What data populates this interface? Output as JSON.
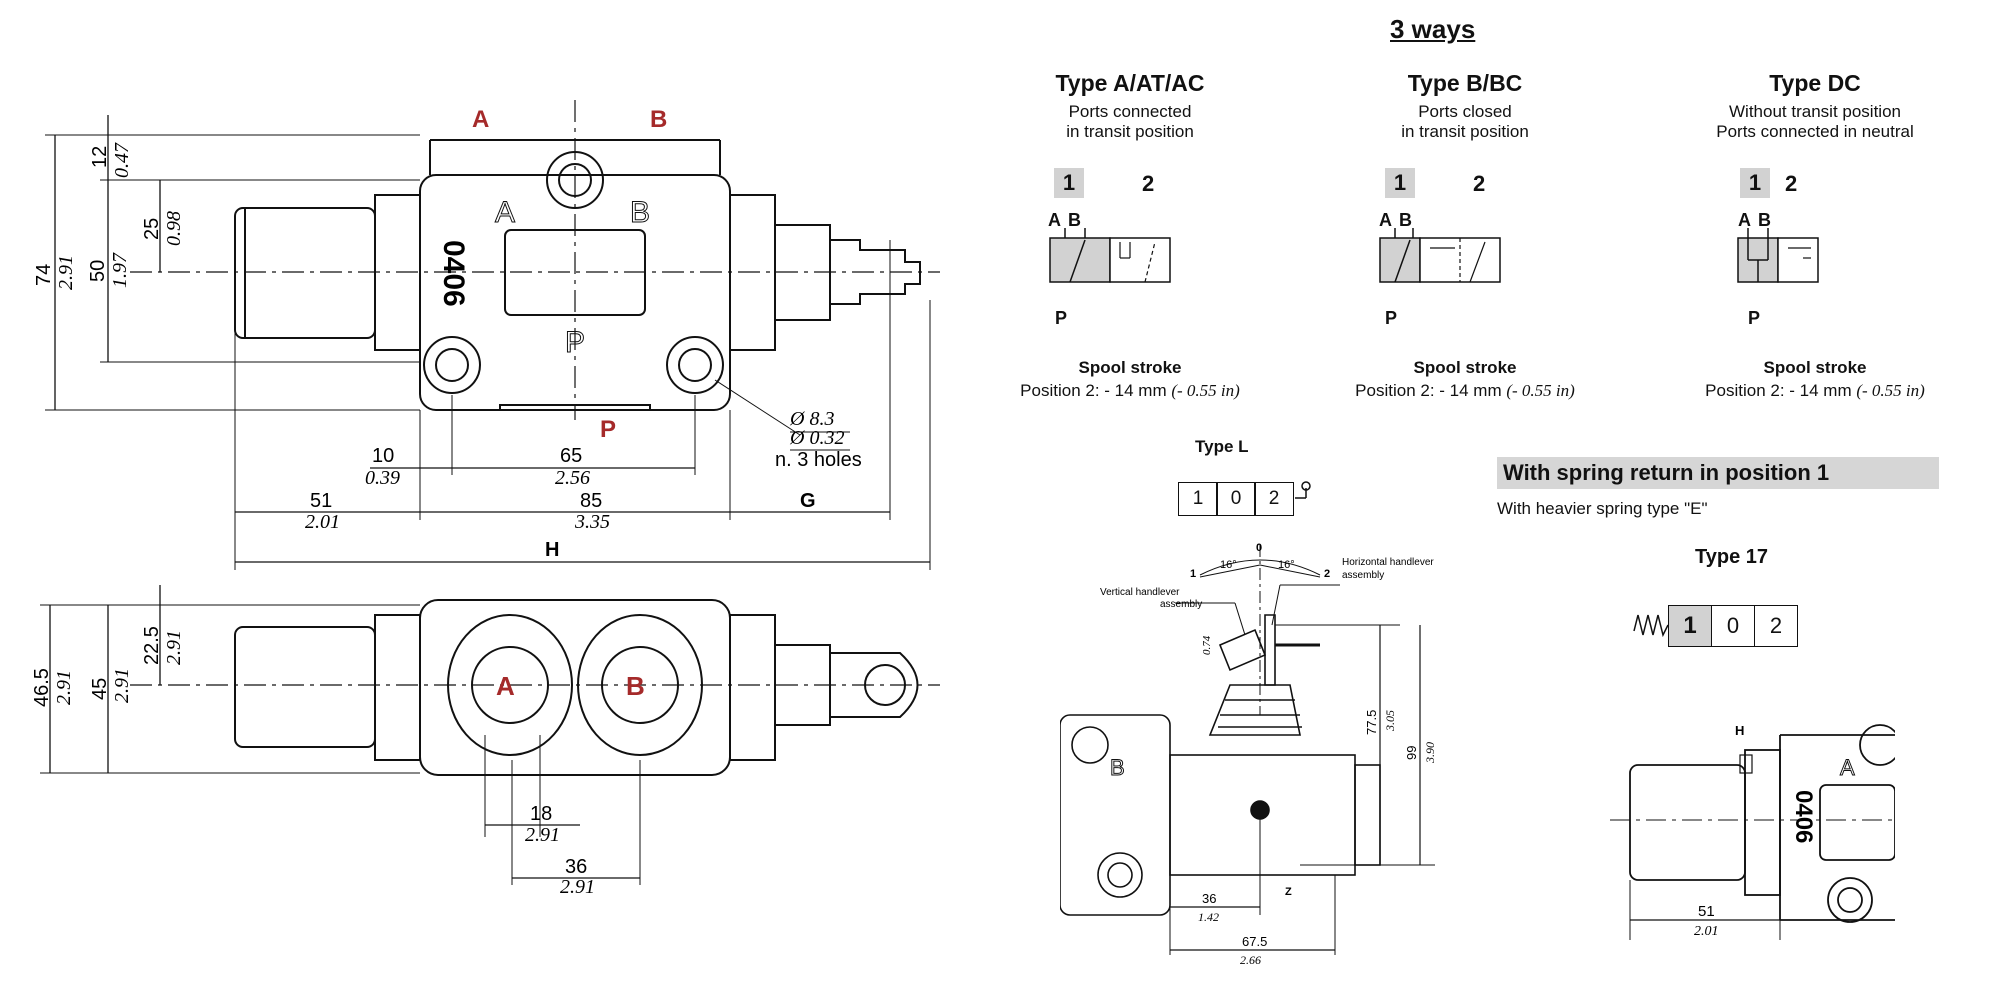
{
  "heading": "3 ways",
  "drawing_top": {
    "port_a": "A",
    "port_b": "B",
    "port_p": "P",
    "body_mark": "0406",
    "body_a": "A",
    "body_b": "B",
    "body_p": "P",
    "dims": {
      "d12": "12",
      "d047": "0.47",
      "d25": "25",
      "d098": "0.98",
      "d74": "74",
      "d291": "2.91",
      "d50": "50",
      "d197": "1.97",
      "d10": "10",
      "d039": "0.39",
      "d65": "65",
      "d256": "2.56",
      "d51": "51",
      "d201": "2.01",
      "d85": "85",
      "d335": "3.35",
      "g": "G",
      "h": "H",
      "hole_d": "Ø 8.3",
      "hole_d_in": "Ø 0.32",
      "holes": "n. 3 holes"
    }
  },
  "drawing_bottom": {
    "port_a": "A",
    "port_b": "B",
    "dims": {
      "d225": "22.5",
      "d291a": "2.91",
      "d465": "46.5",
      "d291b": "2.91",
      "d45": "45",
      "d291c": "2.91",
      "d18": "18",
      "d291d": "2.91",
      "d36": "36",
      "d291e": "2.91"
    }
  },
  "types": [
    {
      "title": "Type A/AT/AC",
      "desc1": "Ports connected",
      "desc2": "in transit position",
      "pos1": "1",
      "pos2": "2",
      "port_a": "A",
      "port_b": "B",
      "port_p": "P",
      "stroke_title": "Spool stroke",
      "stroke_text": "Position 2: - 14 mm ",
      "stroke_in": "(- 0.55 in)"
    },
    {
      "title": "Type B/BC",
      "desc1": "Ports closed",
      "desc2": "in transit position",
      "pos1": "1",
      "pos2": "2",
      "port_a": "A",
      "port_b": "B",
      "port_p": "P",
      "stroke_title": "Spool stroke",
      "stroke_text": "Position 2: - 14 mm ",
      "stroke_in": "(- 0.55 in)"
    },
    {
      "title": "Type DC",
      "desc1": "Without transit position",
      "desc2": "Ports connected in neutral",
      "pos1": "1",
      "pos2": "2",
      "port_a": "A",
      "port_b": "B",
      "port_p": "P",
      "stroke_title": "Spool stroke",
      "stroke_text": "Position 2: - 14 mm ",
      "stroke_in": "(- 0.55 in)"
    }
  ],
  "type_l": {
    "title": "Type L",
    "positions": [
      "1",
      "0",
      "2"
    ],
    "angle_left": "16°",
    "angle_right": "16°",
    "mark_0": "0",
    "mark_1": "1",
    "mark_2": "2",
    "vertical_label1": "Vertical handlever",
    "vertical_label2": "assembly",
    "horizontal_label1": "Horizontal handlever",
    "horizontal_label2": "assembly",
    "d775": "77.5",
    "d305": "3.05",
    "d99": "99",
    "d390": "3.90",
    "d36": "36",
    "d142": "1.42",
    "d675": "67.5",
    "d266": "2.66",
    "z": "Z",
    "b": "B",
    "d074": "0.74"
  },
  "spring": {
    "banner": "With spring return in position 1",
    "note": "With heavier spring type \"E\"",
    "type_title": "Type 17",
    "positions": [
      "1",
      "0",
      "2"
    ],
    "h": "H",
    "mark": "0406",
    "a": "A",
    "d51": "51",
    "d201": "2.01"
  }
}
